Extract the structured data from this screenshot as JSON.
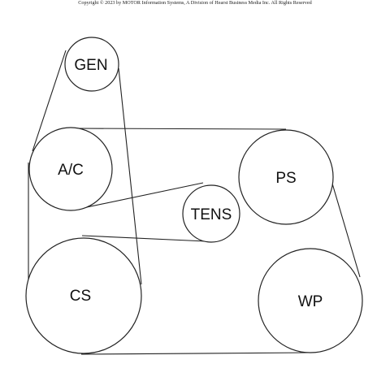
{
  "copyright": "Copyright © 2023 by MOTOR Information Systems, A Division of Hearst Business Media Inc. All Rights Reserved",
  "pulleys": {
    "gen": "GEN",
    "ac": "A/C",
    "tens": "TENS",
    "ps": "PS",
    "cs": "CS",
    "wp": "WP"
  }
}
